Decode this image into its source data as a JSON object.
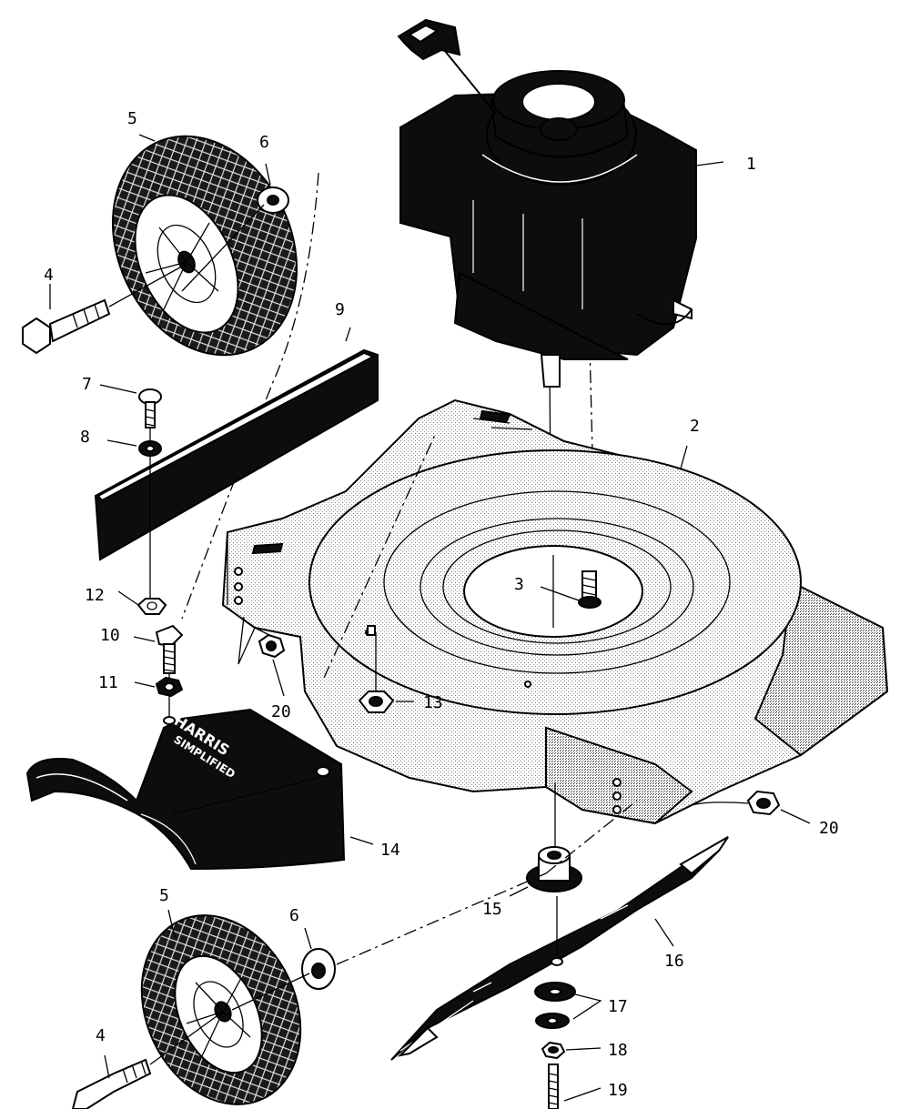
{
  "diagram": {
    "parts": [
      {
        "id": "engine",
        "number": "1"
      },
      {
        "id": "deck",
        "number": "2"
      },
      {
        "id": "deck-bolt",
        "number": "3"
      },
      {
        "id": "wheel-bolt-top",
        "number": "4"
      },
      {
        "id": "wheel-bolt-bottom",
        "number": "4"
      },
      {
        "id": "wheel-top",
        "number": "5"
      },
      {
        "id": "wheel-bottom",
        "number": "5"
      },
      {
        "id": "washer-top",
        "number": "6"
      },
      {
        "id": "washer-bottom",
        "number": "6"
      },
      {
        "id": "screw-7",
        "number": "7"
      },
      {
        "id": "washer-8",
        "number": "8"
      },
      {
        "id": "rear-flap",
        "number": "9"
      },
      {
        "id": "bolt-10",
        "number": "10"
      },
      {
        "id": "washer-11",
        "number": "11"
      },
      {
        "id": "nut-12",
        "number": "12"
      },
      {
        "id": "nut-13",
        "number": "13"
      },
      {
        "id": "chute-deflector",
        "number": "14"
      },
      {
        "id": "blade-adapter",
        "number": "15"
      },
      {
        "id": "blade",
        "number": "16"
      },
      {
        "id": "washers-17",
        "number": "17"
      },
      {
        "id": "washer-18",
        "number": "18"
      },
      {
        "id": "blade-bolt",
        "number": "19"
      },
      {
        "id": "nut-20-left",
        "number": "20"
      },
      {
        "id": "nut-20-right",
        "number": "20"
      }
    ]
  }
}
